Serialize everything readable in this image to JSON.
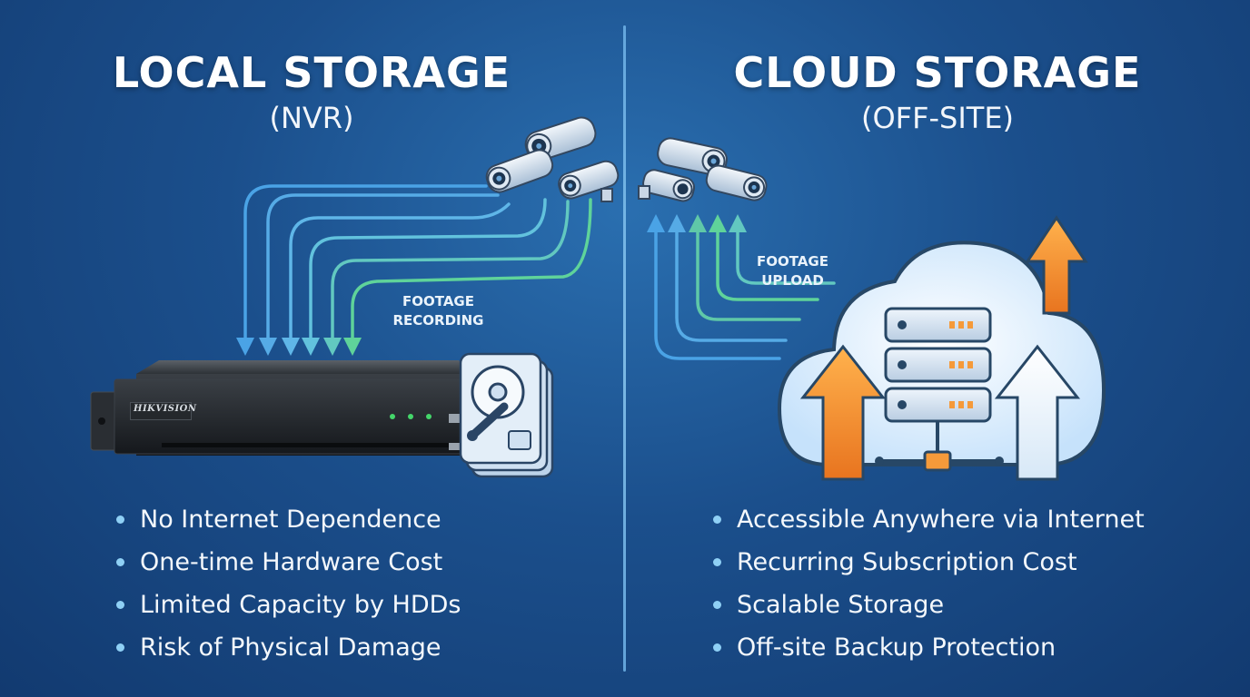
{
  "left": {
    "title": "LOCAL STORAGE",
    "subtitle": "(NVR)",
    "flow_label_line1": "FOOTAGE",
    "flow_label_line2": "RECORDING",
    "nvr_brand": "HIKVISION",
    "features": [
      "No Internet Dependence",
      "One-time Hardware Cost",
      "Limited Capacity by HDDs",
      "Risk of Physical Damage"
    ]
  },
  "right": {
    "title": "CLOUD STORAGE",
    "subtitle": "(OFF-SITE)",
    "flow_label_line1": "FOOTAGE",
    "flow_label_line2": "UPLOAD",
    "features": [
      "Accessible Anywhere via Internet",
      "Recurring Subscription Cost",
      "Scalable Storage",
      "Off-site Backup Protection"
    ]
  },
  "colors": {
    "background": "#1b4f8c",
    "flow_blue": "#4aa3e6",
    "flow_green": "#5fd39a",
    "arrow_orange": "#f59a3a",
    "cloud": "#dcefff"
  },
  "icons": [
    "cctv-camera-icon",
    "hard-drive-icon",
    "nvr-recorder-icon",
    "cloud-icon",
    "server-rack-icon",
    "up-arrow-icon"
  ]
}
